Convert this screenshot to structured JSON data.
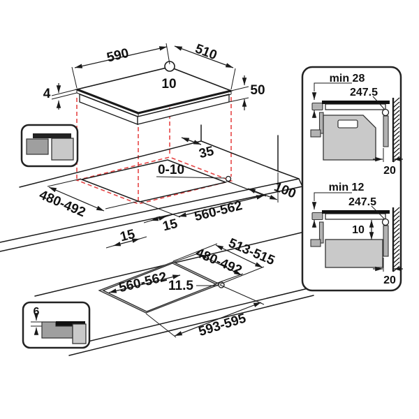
{
  "diagram": {
    "top_view": {
      "width": "590",
      "depth": "510",
      "hole_offset": "10",
      "glass_height": "4",
      "body_height": "50"
    },
    "plan_view": {
      "cutout_depth": "480-492",
      "cutout_width": "560-562",
      "overhang_side": "15",
      "overhang_front": "15",
      "back_clearance": "35",
      "edge_gap": "0-10",
      "right_clearance": "100"
    },
    "flush_view": {
      "rebate_depth": "513-515",
      "cutout_depth": "480-492",
      "cutout_width": "560-562",
      "corner_radius": "11.5",
      "rebate_width": "593-595"
    },
    "flush_icon": {
      "depth": "6"
    },
    "oven_view": {
      "min_clearance": "min 28",
      "hole_distance": "247.5",
      "wall_gap": "20"
    },
    "drawer_view": {
      "min_clearance": "min 12",
      "hole_distance": "247.5",
      "vent_gap": "10",
      "wall_gap": "20"
    },
    "colors": {
      "projection": "#e64545",
      "line": "#1a1a1a"
    }
  }
}
